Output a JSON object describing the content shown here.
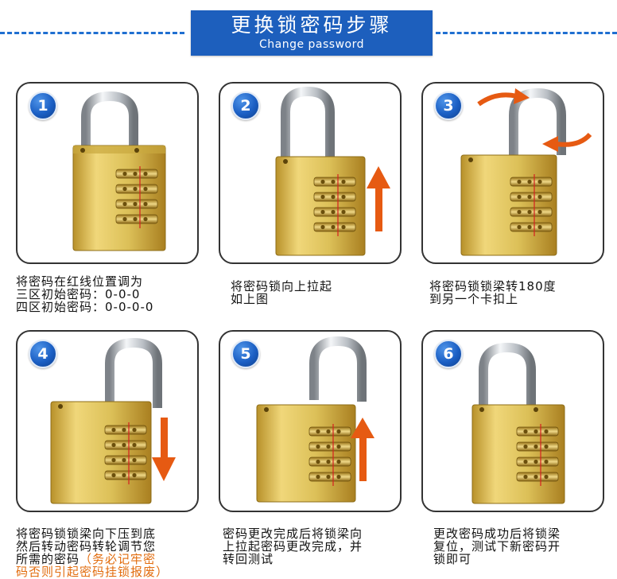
{
  "header": {
    "title": "更换锁密码步骤",
    "subtitle": "Change password"
  },
  "colors": {
    "banner": "#1d5fbd",
    "accent_arrow": "#e65a12",
    "lock_brass": "#d9b84a",
    "warning_text": "#e26d0f"
  },
  "steps": [
    {
      "number": "1",
      "lines": [
        "将密码在红线位置调为",
        "三区初始密码：0-0-0",
        "四区初始密码：0-0-0-0"
      ]
    },
    {
      "number": "2",
      "lines": [
        "将密码锁向上拉起",
        "如上图"
      ]
    },
    {
      "number": "3",
      "lines": [
        "将密码锁锁梁转180度",
        "到另一个卡扣上"
      ]
    },
    {
      "number": "4",
      "lines": [
        "将密码锁锁梁向下压到底",
        "然后转动密码转轮调节您",
        "所需的密码"
      ],
      "warning": "（务必记牢密",
      "warning2": "码否则引起密码挂锁报废）"
    },
    {
      "number": "5",
      "lines": [
        "密码更改完成后将锁梁向",
        "上拉起密码更改完成，并",
        "转回测试"
      ]
    },
    {
      "number": "6",
      "lines": [
        "更改密码成功后将锁梁",
        "复位，测试下新密码开",
        "锁即可"
      ]
    }
  ]
}
